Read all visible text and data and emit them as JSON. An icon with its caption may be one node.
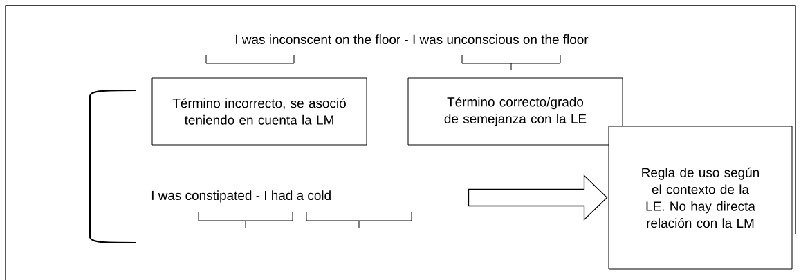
{
  "diagram": {
    "nodes": [
      {
        "text": [
          "Término incorrecto, se asoció teniendo en cuenta la LM"
        ]
      },
      {
        "text": [
          "Término correcto/grado de semejanza con la LE"
        ]
      },
      {
        "text": [
          "Regla de uso según el contexto de la LE. No hay directa relación con la LM"
        ]
      }
    ],
    "edges": [
      {
        "from": null,
        "to": 2,
        "arrow": "to"
      }
    ],
    "labels": [
      "I was inconscent on the floor - I was unconscious on the floor",
      "I was constipated - I had a cold"
    ]
  }
}
